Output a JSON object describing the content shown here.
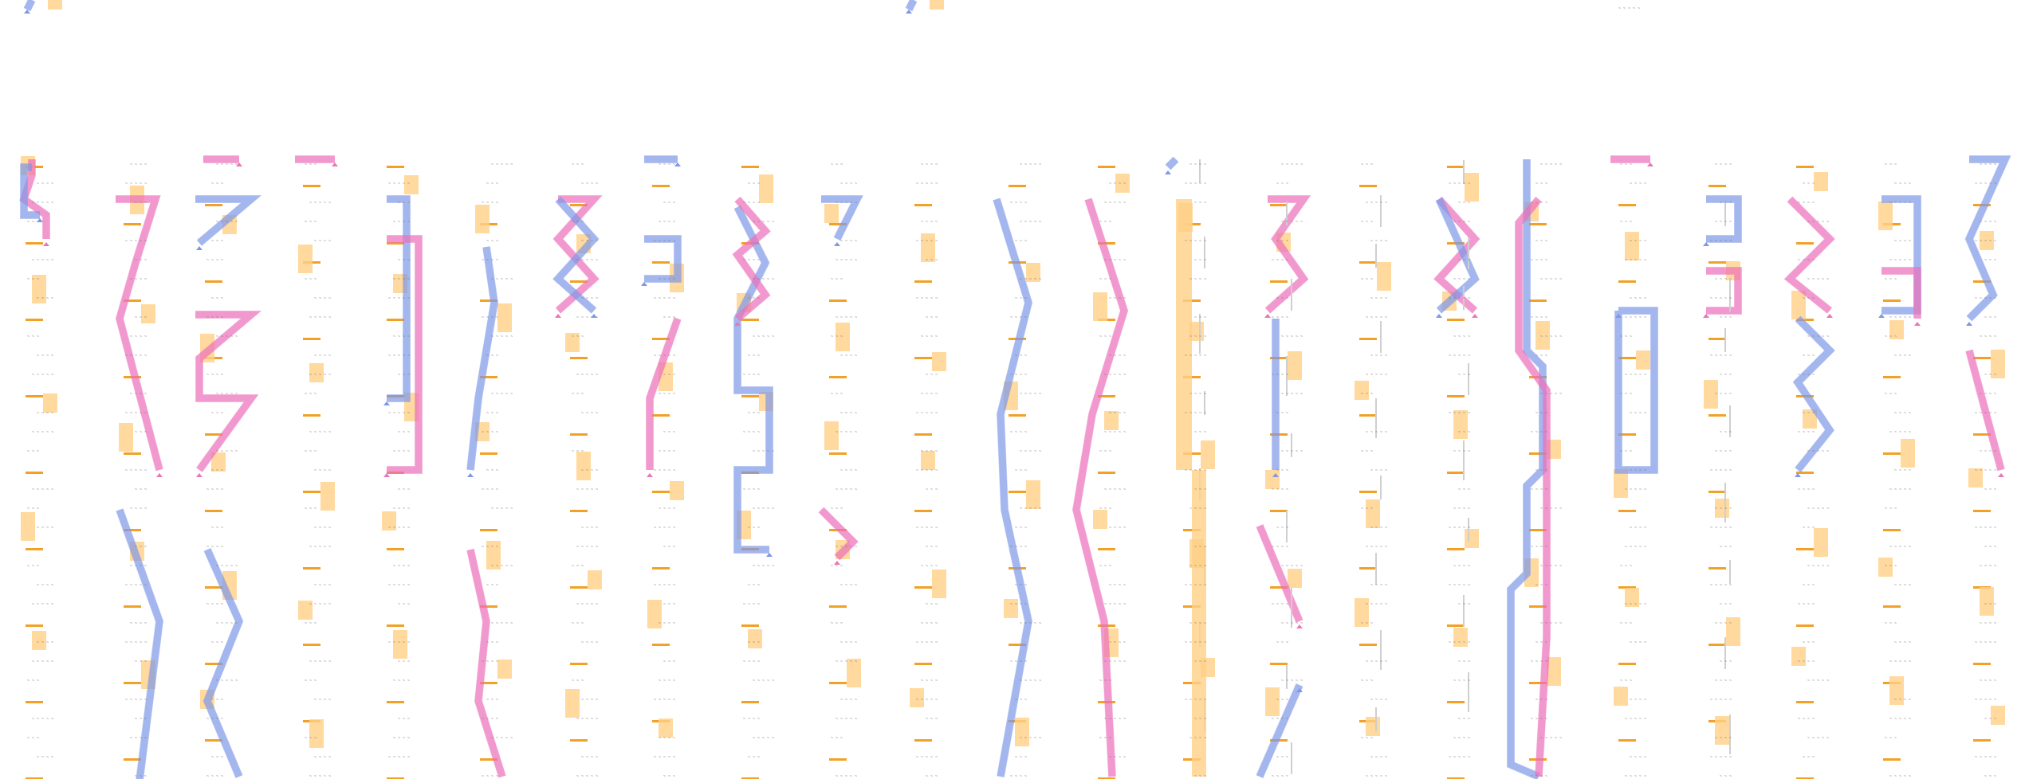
{
  "legend": {
    "label": "~ ~ ~ ~ ~"
  },
  "tokens": {
    "short": "~ ~ ~",
    "medium": "~ ~ ~ ~",
    "long": "~ ~ ~ ~ ~"
  },
  "colors": {
    "blue_trace": "#7f97e8",
    "pink_trace": "#ec6fba",
    "orange_block": "#ffcf86",
    "orange_mark": "#f2a126",
    "grey_bar": "#cfcfcf",
    "background": "#ffffff"
  },
  "columns": [
    {
      "id": "col-1"
    },
    {
      "id": "col-2"
    },
    {
      "id": "col-3"
    },
    {
      "id": "col-4"
    },
    {
      "id": "col-5"
    },
    {
      "id": "col-6"
    },
    {
      "id": "col-7"
    },
    {
      "id": "col-8"
    },
    {
      "id": "col-9"
    },
    {
      "id": "col-10"
    },
    {
      "id": "col-11"
    },
    {
      "id": "col-12"
    },
    {
      "id": "col-13"
    },
    {
      "id": "col-14"
    },
    {
      "id": "col-15"
    },
    {
      "id": "col-16"
    },
    {
      "id": "col-17"
    },
    {
      "id": "col-18"
    },
    {
      "id": "col-19"
    },
    {
      "id": "col-20"
    },
    {
      "id": "col-21"
    },
    {
      "id": "col-22"
    },
    {
      "id": "col-23"
    }
  ],
  "icons": {
    "expand": "chevron-up-icon"
  }
}
